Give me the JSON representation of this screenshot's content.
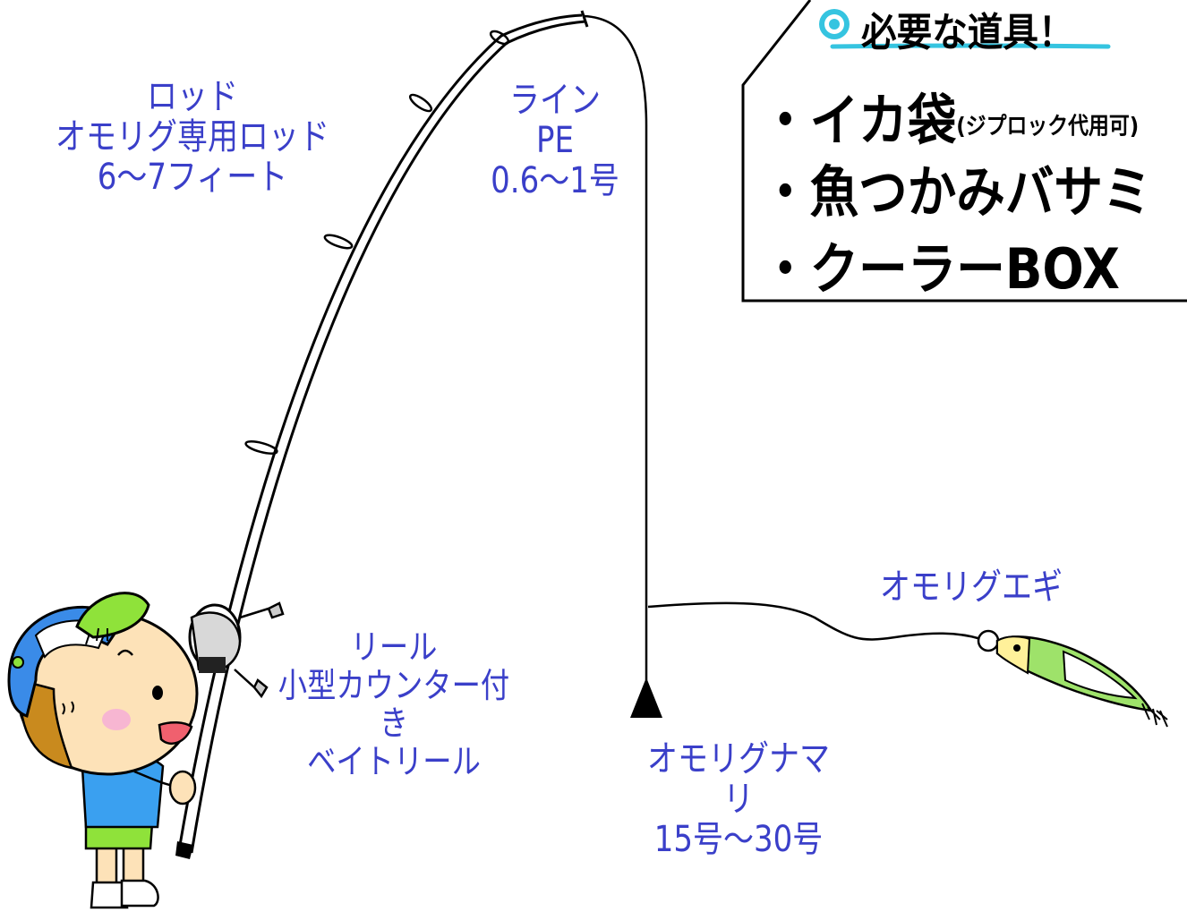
{
  "rod": {
    "title": "ロッド",
    "type": "オモリグ専用ロッド",
    "length": "6〜7フィート"
  },
  "line": {
    "title": "ライン",
    "type": "PE",
    "size": "0.6〜1号"
  },
  "reel": {
    "title": "リール",
    "type1": "小型カウンター付き",
    "type2": "ベイトリール"
  },
  "sinker": {
    "title": "オモリグナマリ",
    "size": "15号〜30号"
  },
  "egi": {
    "title": "オモリグエギ"
  },
  "tools": {
    "heading": "必要な道具！",
    "items": [
      {
        "bullet": "・",
        "label": "イカ袋",
        "note": "(ジプロック代用可)"
      },
      {
        "bullet": "・",
        "label": "魚つかみバサミ",
        "note": ""
      },
      {
        "bullet": "・",
        "label": "クーラーBOX",
        "note": ""
      }
    ]
  },
  "colors": {
    "label_text": "#3a3fc9",
    "title_icon": "#35c4e0",
    "underline": "#35c4e0",
    "cap_blue": "#3a8be8",
    "cap_green": "#8fe23a",
    "hair": "#c98a1e",
    "skin": "#fde2b8",
    "shirt": "#3aa0f0",
    "shorts": "#8fe23a",
    "cheek": "#f7b6d2",
    "egi_green": "#9ee26a",
    "egi_yellow": "#fff19a"
  }
}
